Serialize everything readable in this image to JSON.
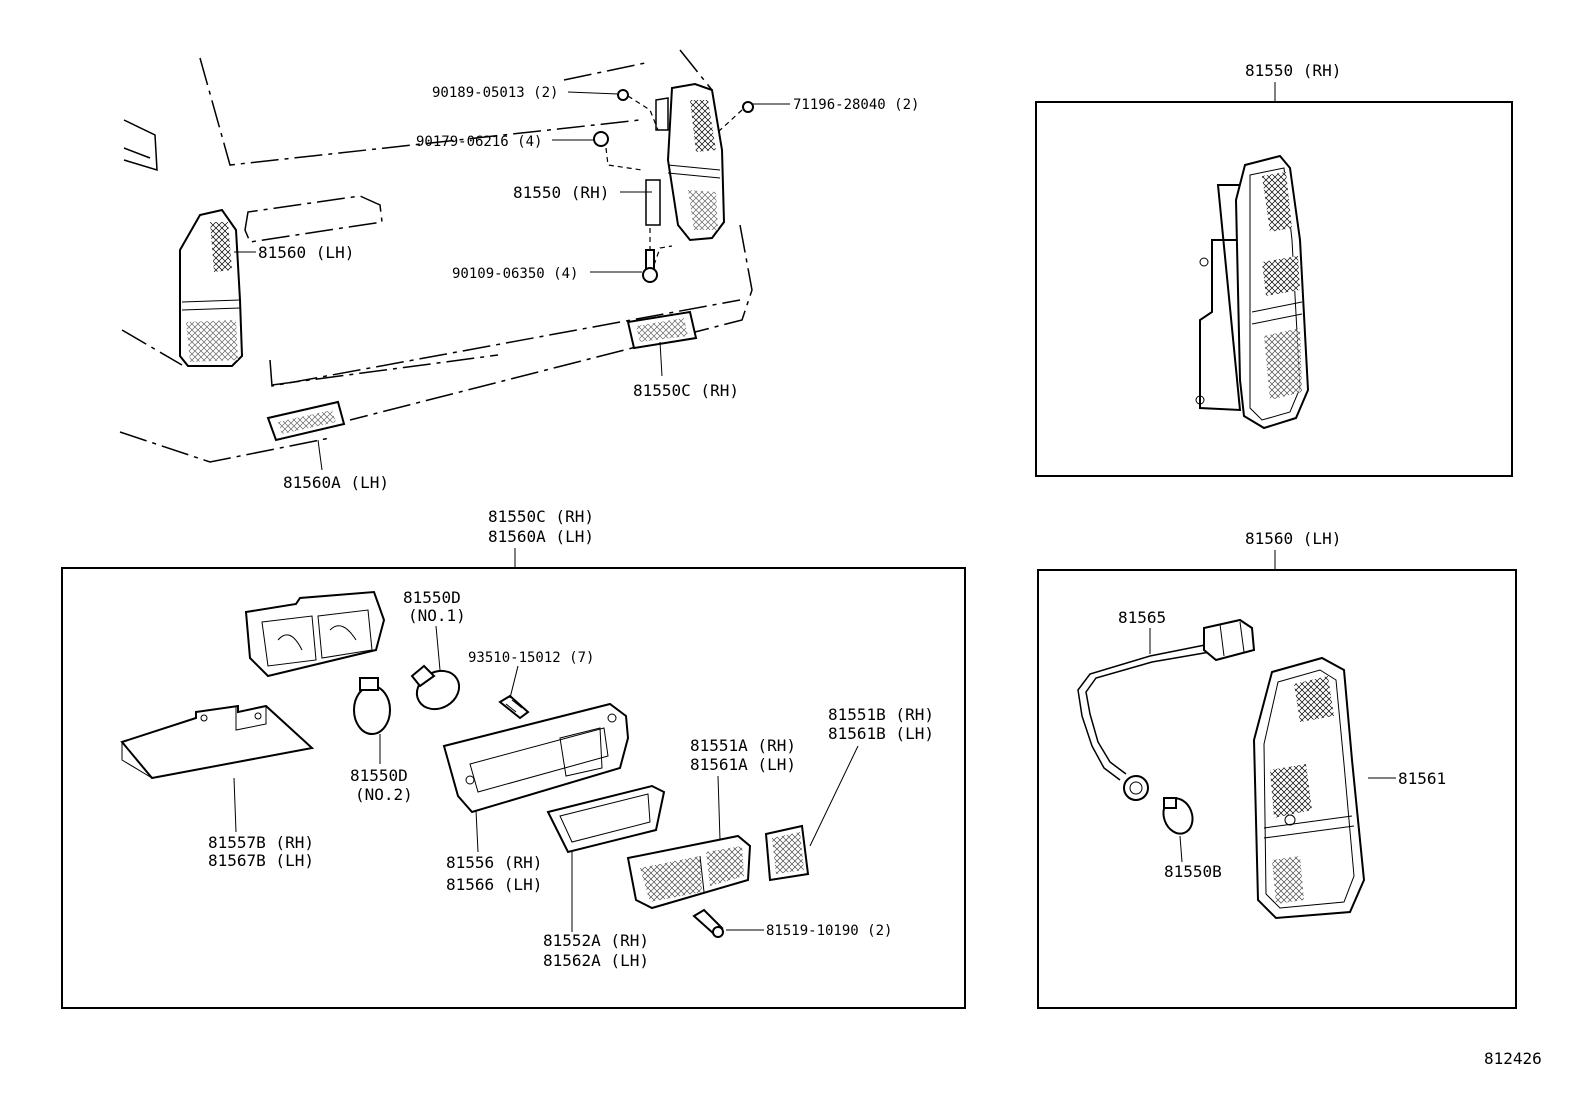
{
  "diagram_id": "812426",
  "overview": {
    "callouts": [
      "90189-05013 (2)",
      "71196-28040 (2)",
      "90179-06216 (4)",
      "81550 (RH)",
      "81560 (LH)",
      "90109-06350 (4)",
      "81550C (RH)",
      "81560A (LH)"
    ]
  },
  "panel_rh": {
    "title": "81550 (RH)"
  },
  "panel_lamp": {
    "title": [
      "81550C (RH)",
      "81560A (LH)"
    ],
    "callouts": {
      "bulb_no1": [
        "81550D",
        "(NO.1)"
      ],
      "screw": "93510-15012 (7)",
      "bulb_no2": [
        "81550D",
        "(NO.2)"
      ],
      "bracket": [
        "81557B (RH)",
        "81567B (LH)"
      ],
      "housing": [
        "81556 (RH)",
        "81566 (LH)"
      ],
      "lens_a": [
        "81551A (RH)",
        "81561A (LH)"
      ],
      "lens_b": [
        "81551B (RH)",
        "81561B (LH)"
      ],
      "gasket": [
        "81552A (RH)",
        "81562A (LH)"
      ],
      "lens_screw": "81519-10190 (2)"
    }
  },
  "panel_lh": {
    "title": "81560 (LH)",
    "callouts": {
      "socket": "81565",
      "lens": "81561",
      "bulb": "81550B"
    }
  }
}
